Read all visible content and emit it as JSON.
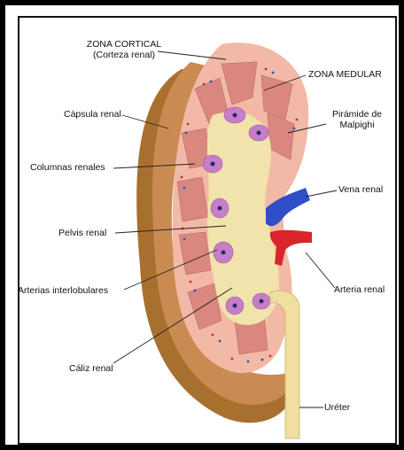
{
  "labels": {
    "zona_cortical": "ZONA CORTICAL",
    "corteza_renal": "(Corteza renal)",
    "zona_medular": "ZONA MEDULAR",
    "capsula_renal": "Cápsula renal",
    "piramide_1": "Pirámide de",
    "piramide_2": "Malpighi",
    "columnas_renales": "Columnas renales",
    "vena_renal": "Vena renal",
    "pelvis_renal": "Pelvis renal",
    "arteria_renal": "Arteria renal",
    "arterias_interlobulares": "Arterias interlobulares",
    "caliz_renal": "Cáliz renal",
    "ureter": "Uréter"
  },
  "colors": {
    "cortex": "#f2b9a6",
    "capsule": "#c98b52",
    "outer_shell": "#a8702f",
    "pyramid": "#d9877f",
    "calyx": "#c77ec9",
    "pelvis": "#f1e3ab",
    "vein": "#2f4fc7",
    "artery": "#d8242a",
    "ureter": "#efdfa0"
  }
}
